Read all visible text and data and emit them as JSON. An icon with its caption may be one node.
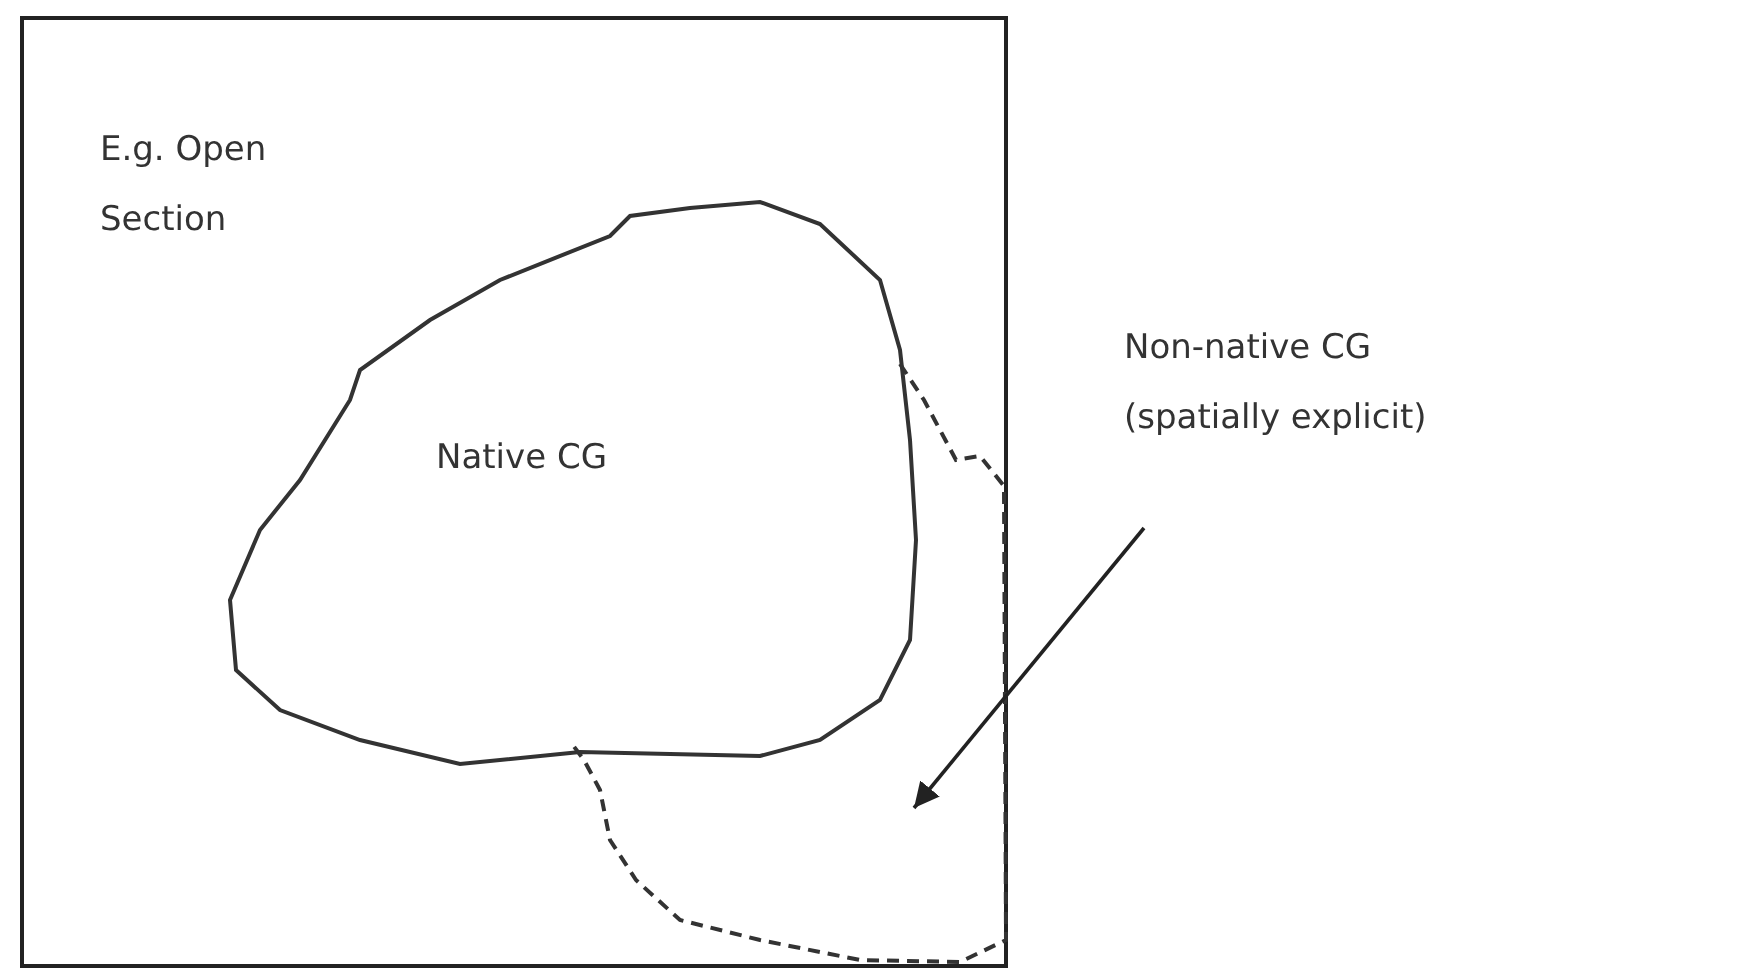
{
  "diagram": {
    "nodes": [
      {
        "text": [
          "E.g. Open Section"
        ]
      },
      {
        "text": [
          "Native CG"
        ],
        "in": 0
      },
      {
        "text": [],
        "shape": "blob",
        "in": 0
      },
      {
        "text": [
          "Non-native CG (spatially explicit)"
        ]
      }
    ],
    "edges": [
      {
        "from": 3,
        "to": 2,
        "arrow": "to"
      }
    ]
  }
}
